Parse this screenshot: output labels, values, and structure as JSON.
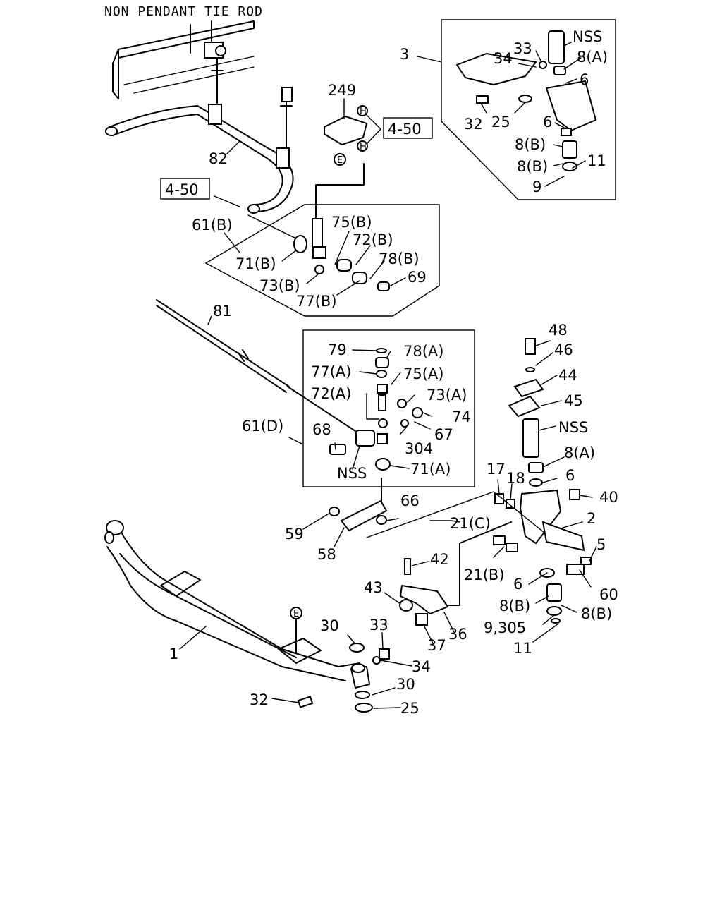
{
  "title": "NON PENDANT TIE ROD",
  "refs": {
    "ref_top": "4-50",
    "ref_left": "4-50"
  },
  "circle_markers": {
    "h1": "H",
    "h2": "H",
    "e1": "E",
    "e2": "E"
  },
  "labels": {
    "p3": "3",
    "p33a": "33",
    "nss1": "NSS",
    "p8a1": "8(A)",
    "p34a": "34",
    "p6a": "6",
    "p32a": "32",
    "p25a": "25",
    "p6b": "6",
    "p8b1": "8(B)",
    "p8b2": "8(B)",
    "p11a": "11",
    "p9a": "9",
    "p249": "249",
    "p82": "82",
    "p61b": "61(B)",
    "p75b": "75(B)",
    "p72b": "72(B)",
    "p71b": "71(B)",
    "p78b": "78(B)",
    "p73b": "73(B)",
    "p69": "69",
    "p77b": "77(B)",
    "p81": "81",
    "p79": "79",
    "p78a": "78(A)",
    "p77a": "77(A)",
    "p75a": "75(A)",
    "p72a": "72(A)",
    "p73a": "73(A)",
    "p74": "74",
    "p61d": "61(D)",
    "p68": "68",
    "p67": "67",
    "p304": "304",
    "nss2": "NSS",
    "p71a": "71(A)",
    "p48": "48",
    "p46": "46",
    "p44": "44",
    "p45": "45",
    "nss3": "NSS",
    "p8a2": "8(A)",
    "p6c": "6",
    "p17": "17",
    "p18": "18",
    "p40": "40",
    "p2": "2",
    "p5": "5",
    "p21c": "21(C)",
    "p21b": "21(B)",
    "p42": "42",
    "p60": "60",
    "p6d": "6",
    "p8b3": "8(B)",
    "p8b4": "8(B)",
    "p9305": "9,305",
    "p11b": "11",
    "p43": "43",
    "p36": "36",
    "p37": "37",
    "p66": "66",
    "p59": "59",
    "p58": "58",
    "p1": "1",
    "p30a": "30",
    "p33b": "33",
    "p34b": "34",
    "p30b": "30",
    "p32b": "32",
    "p25b": "25"
  }
}
